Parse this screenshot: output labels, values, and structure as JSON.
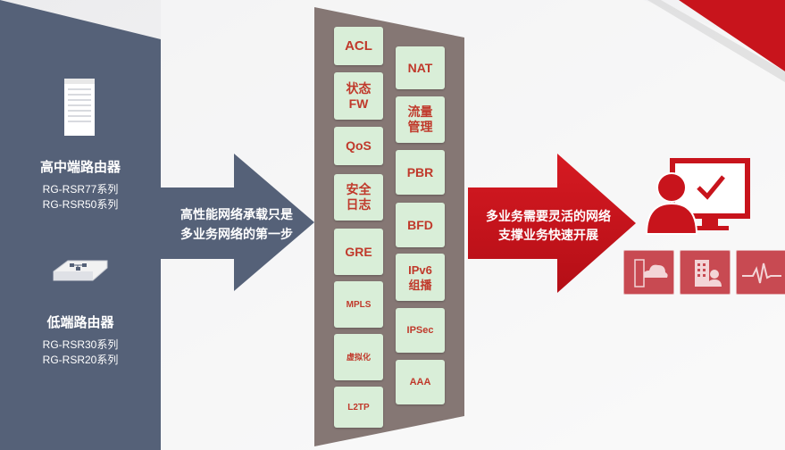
{
  "left_panel": {
    "high_end_title": "高中端路由器",
    "high_end_models": [
      "RG-RSR77系列",
      "RG-RSR50系列"
    ],
    "low_end_title": "低端路由器",
    "low_end_models": [
      "RG-RSR30系列",
      "RG-RSR20系列"
    ]
  },
  "arrow_left": {
    "line1": "高性能网络承载只是",
    "line2": "多业务网络的第一步"
  },
  "features": {
    "left_column": [
      "ACL",
      "状态\nFW",
      "QoS",
      "安全\n日志",
      "GRE",
      "MPLS",
      "虚拟化",
      "L2TP"
    ],
    "right_column": [
      "NAT",
      "流量\n管理",
      "PBR",
      "BFD",
      "IPv6\n组播",
      "IPSec",
      "AAA"
    ]
  },
  "arrow_right": {
    "line1": "多业务需要灵活的网络",
    "line2": "支撑业务快速开展"
  },
  "colors": {
    "navy": "#556178",
    "brown": "#857774",
    "box": "#d9eed8",
    "box_text": "#c0392b",
    "red": "#c8141c"
  }
}
